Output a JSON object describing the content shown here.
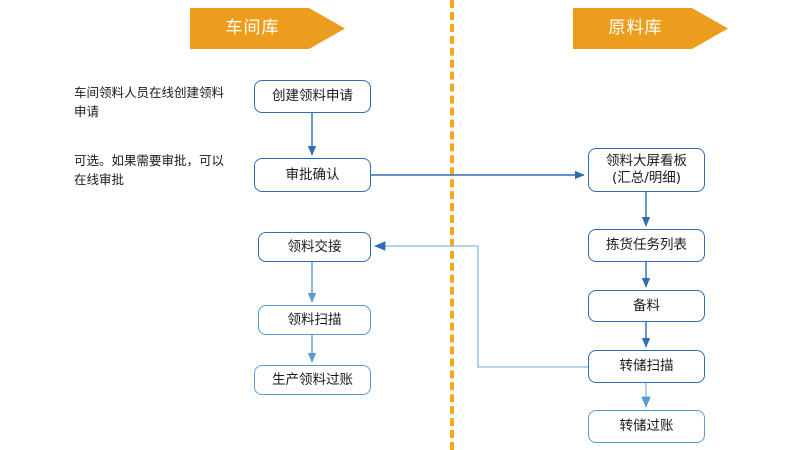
{
  "diagram": {
    "title_left": "车间库",
    "title_right": "原料库",
    "annotations": [
      {
        "id": "note-create",
        "text": "车间领料人员在线创建领料申请"
      },
      {
        "id": "note-approve",
        "text": "可选。如果需要审批，可以在线审批"
      }
    ],
    "lanes": {
      "left": {
        "label": "车间库",
        "nodes": [
          {
            "id": "create-request",
            "label": "创建领料申请",
            "emphasis": "strong"
          },
          {
            "id": "approve-confirm",
            "label": "审批确认",
            "emphasis": "strong"
          },
          {
            "id": "material-handover",
            "label": "领料交接",
            "emphasis": "strong"
          },
          {
            "id": "material-scan",
            "label": "领料扫描",
            "emphasis": "light"
          },
          {
            "id": "production-posting",
            "label": "生产领料过账",
            "emphasis": "light"
          }
        ]
      },
      "right": {
        "label": "原料库",
        "nodes": [
          {
            "id": "dashboard",
            "label_line1": "领料大屏看板",
            "label_line2": "(汇总/明细)",
            "emphasis": "strong"
          },
          {
            "id": "pick-task-list",
            "label": "拣货任务列表",
            "emphasis": "strong"
          },
          {
            "id": "prepare-material",
            "label": "备料",
            "emphasis": "strong"
          },
          {
            "id": "transfer-scan",
            "label": "转储扫描",
            "emphasis": "strong"
          },
          {
            "id": "transfer-posting",
            "label": "转储过账",
            "emphasis": "light"
          }
        ]
      }
    },
    "colors": {
      "banner_orange": "#EC9D1E",
      "divider_orange": "#F5A81C",
      "node_border_strong": "#2E6DB4",
      "node_border_light": "#5B9BD5",
      "arrow_strong": "#2E6DB4",
      "arrow_light": "#9DC3E6",
      "text": "#1a1a1a",
      "background": "#FFFFFF"
    }
  }
}
